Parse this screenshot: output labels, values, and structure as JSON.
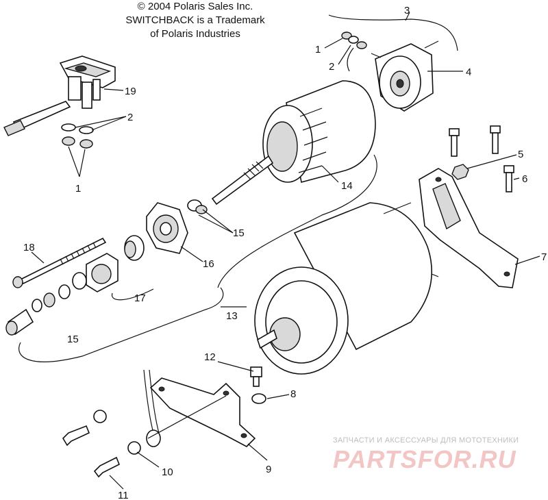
{
  "copyright": {
    "line1": "© 2004 Polaris Sales Inc.",
    "line2": "SWITCHBACK is a Trademark",
    "line3": "of Polaris Industries"
  },
  "callouts": [
    "1",
    "2",
    "3",
    "1",
    "2",
    "4",
    "19",
    "5",
    "6",
    "14",
    "15",
    "18",
    "16",
    "7",
    "17",
    "13",
    "15",
    "12",
    "8",
    "9",
    "10",
    "11"
  ],
  "watermark": {
    "caption": "ЗАПЧАСТИ И АКСЕССУАРЫ ДЛЯ МОТОТЕХНИКИ",
    "logo": "PARTSFOR.RU"
  },
  "colors": {
    "line": "#111111",
    "watermark_caption": "#bdbdbd",
    "watermark_logo": "#f3c6c6"
  }
}
